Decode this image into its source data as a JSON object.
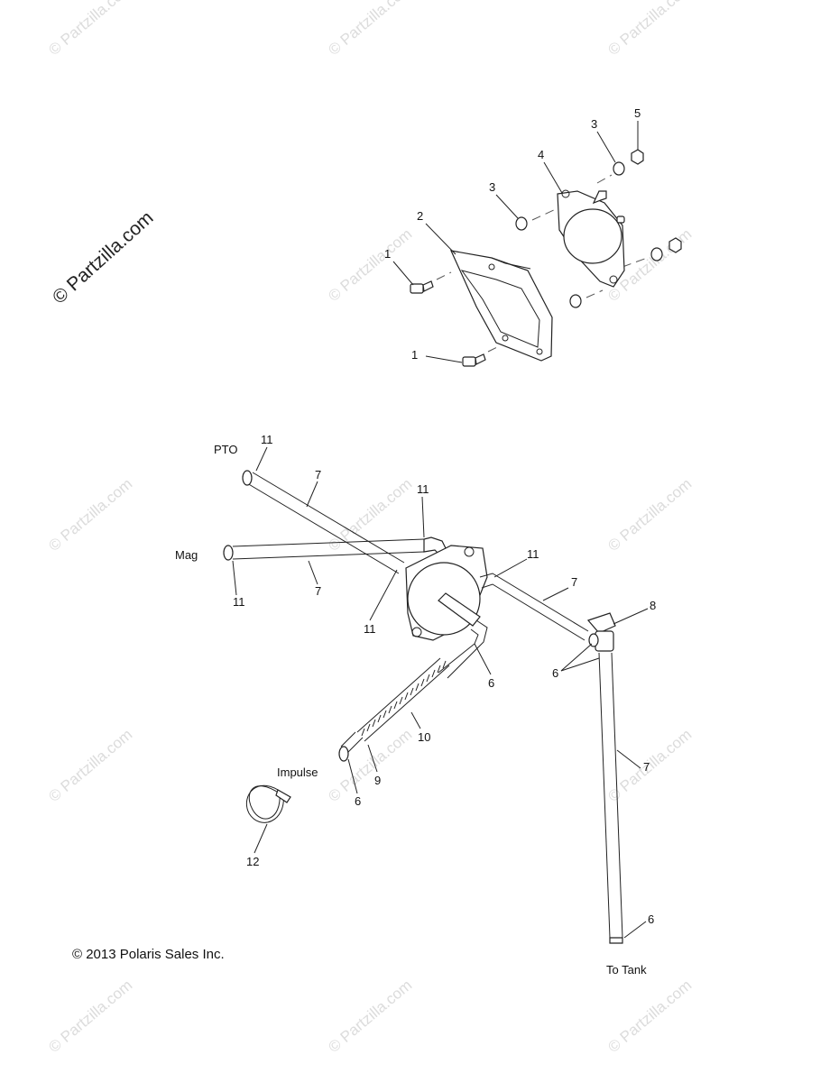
{
  "watermark": {
    "repeat_text": "© Partzilla.com",
    "main_text": "© Partzilla.com"
  },
  "callouts": {
    "upper": [
      "1",
      "1",
      "2",
      "3",
      "3",
      "4",
      "5"
    ],
    "lower": [
      "11",
      "7",
      "11",
      "11",
      "7",
      "11",
      "11",
      "7",
      "8",
      "6",
      "6",
      "10",
      "9",
      "6",
      "7",
      "12",
      "6"
    ]
  },
  "text_labels": {
    "pto": "PTO",
    "mag": "Mag",
    "impulse": "Impulse",
    "to_tank": "To Tank"
  },
  "copyright": "© 2013 Polaris Sales Inc."
}
